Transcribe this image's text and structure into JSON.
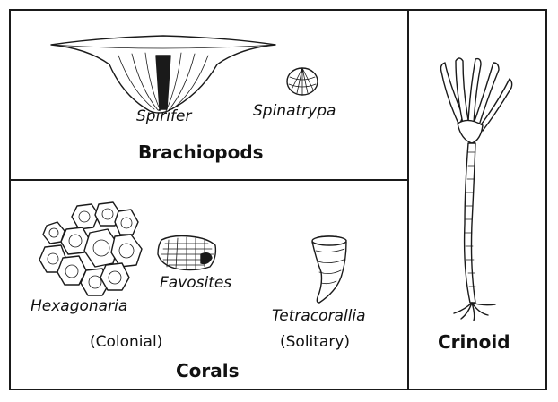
{
  "panels": {
    "brachiopods": {
      "heading": "Brachiopods",
      "specimens": [
        "Spirifer",
        "Spinatrypa"
      ]
    },
    "corals": {
      "heading": "Corals",
      "specimens": [
        "Hexagonaria",
        "Favosites",
        "Tetracorallia"
      ],
      "groups": [
        "(Colonial)",
        "(Solitary)"
      ]
    },
    "crinoid": {
      "heading": "Crinoid"
    }
  }
}
